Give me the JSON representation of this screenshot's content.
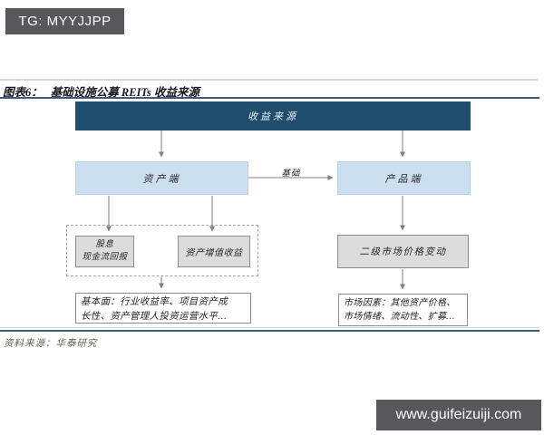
{
  "watermarks": {
    "tg_banner": "TG: MYYJJPP",
    "site_banner": "www.guifeizuiji.com"
  },
  "figure": {
    "label": "图表6：",
    "title": "基础设施公募 REITs 收益来源",
    "source": "资料来源：华泰研究"
  },
  "flowchart": {
    "income_source": "收益来源",
    "asset_side": "资产端",
    "product_side": "产品端",
    "basis_label": "基础",
    "dividend": {
      "line1": "股息",
      "line2": "现金流回报"
    },
    "appreciation": "资产增值收益",
    "secondary_market": "二级市场价格变动",
    "fundamentals": {
      "line1": "基本面：行业收益率、项目资产成",
      "line2": "长性、资产管理人投资运营水平…"
    },
    "market_factors": {
      "line1": "市场因素：其他资产价格、",
      "line2": "市场情绪、流动性、扩募…"
    }
  },
  "colors": {
    "banner_gray": "#58585A",
    "header_dark_blue": "#1F4E6F",
    "level2_light_blue": "#CBDFF1",
    "node_gray": "#DCDCDC",
    "rule_navy": "#3F5D7D",
    "rule_light_gray": "#D9D9D9",
    "arrow_gray": "#808080"
  }
}
